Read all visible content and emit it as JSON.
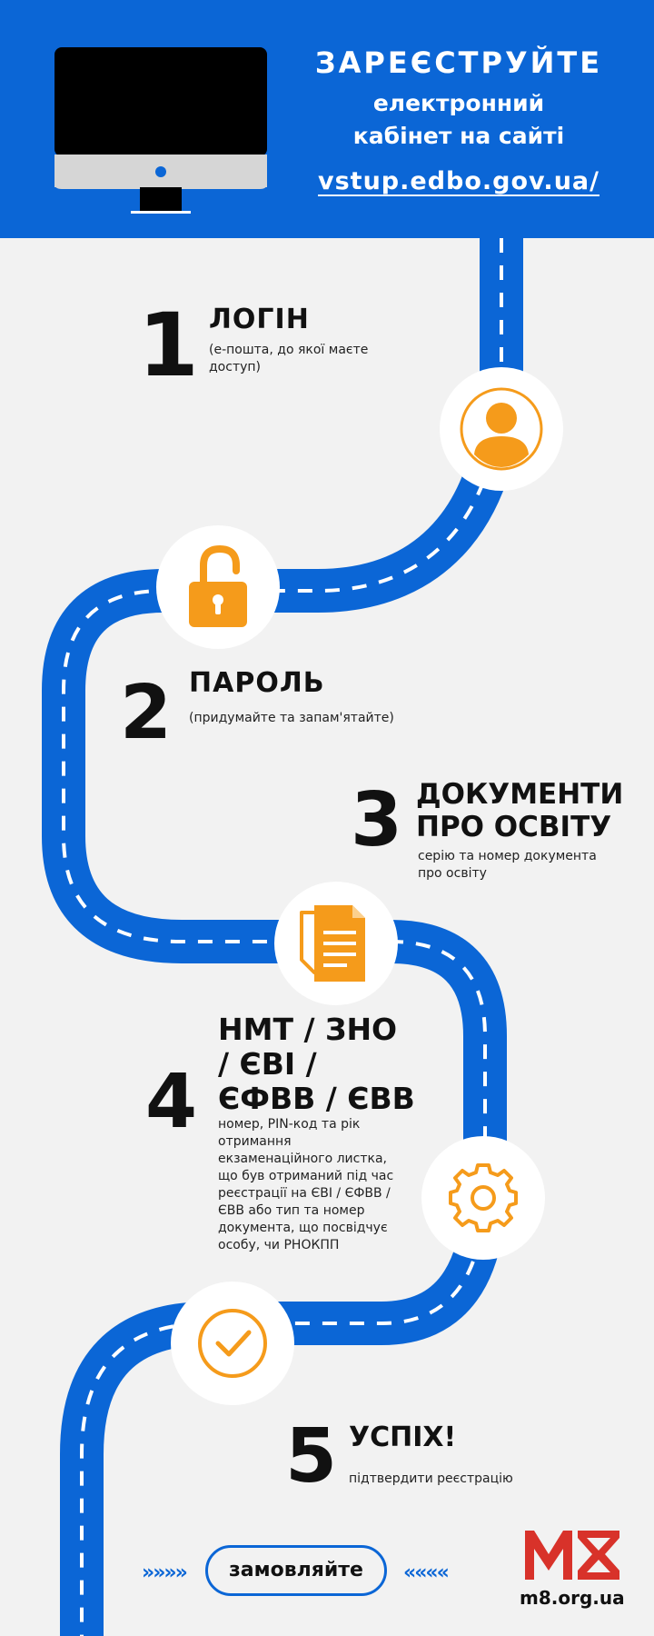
{
  "header": {
    "title": "ЗАРЕЄСТРУЙТЕ",
    "subtitle_line1": "електронний",
    "subtitle_line2": "кабінет на сайті",
    "url": "vstup.edbo.gov.ua/"
  },
  "steps": [
    {
      "number": "1",
      "title": "ЛОГІН",
      "desc": "(е-пошта, до якої маєте доступ)",
      "icon": "user-icon"
    },
    {
      "number": "2",
      "title": "ПАРОЛЬ",
      "desc": "(придумайте та запам'ятайте)",
      "icon": "padlock-icon"
    },
    {
      "number": "3",
      "title": "ДОКУМЕНТИ ПРО ОСВІТУ",
      "desc": "серію та номер документа про освіту",
      "icon": "documents-icon"
    },
    {
      "number": "4",
      "title": "НМТ / ЗНО / ЄВІ / ЄФВВ / ЄВВ",
      "desc": "номер, PIN-код та рік отримання екзаменаційного листка, що був отриманий під час реєстрації на ЄВІ / ЄФВВ / ЄВВ або тип та номер документа, що посвідчує особу, чи РНОКПП",
      "icon": "gear-icon"
    },
    {
      "number": "5",
      "title": "УСПІХ!",
      "desc": "підтвердити реєстрацію",
      "icon": "check-icon"
    }
  ],
  "footer": {
    "chevrons_left": "»»»»",
    "chevrons_right": "««««",
    "button_label": "замовляйте",
    "logo_url": "m8.org.ua"
  },
  "colors": {
    "brand_blue": "#0b66d6",
    "accent_orange": "#f59b1b",
    "logo_red": "#d8322a",
    "background": "#f2f2f2"
  }
}
